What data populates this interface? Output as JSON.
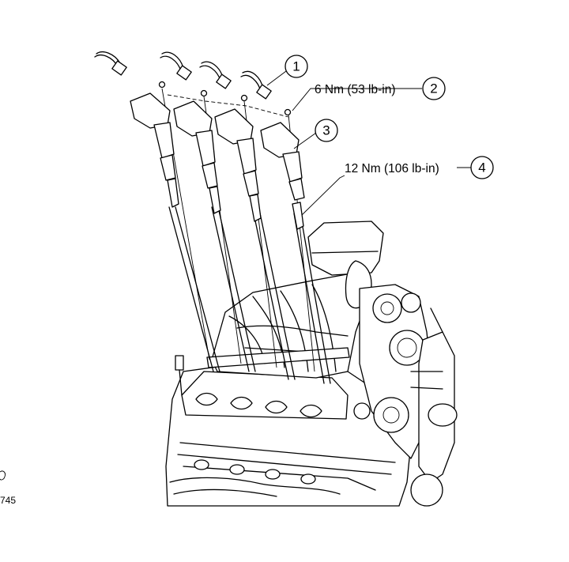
{
  "callouts": [
    {
      "number": "1"
    },
    {
      "number": "2",
      "spec": "6 Nm (53 lb-in)"
    },
    {
      "number": "3"
    },
    {
      "number": "4",
      "spec": "12 Nm (106 lb-in)"
    }
  ],
  "figure_id_suffix": "745",
  "icons": {
    "coil": "ignition-coil-icon",
    "plug": "spark-plug-icon",
    "bolt": "coil-bolt-icon",
    "engine": "v8-engine-icon",
    "crop_symbol": "cropped-symbol-icon"
  }
}
